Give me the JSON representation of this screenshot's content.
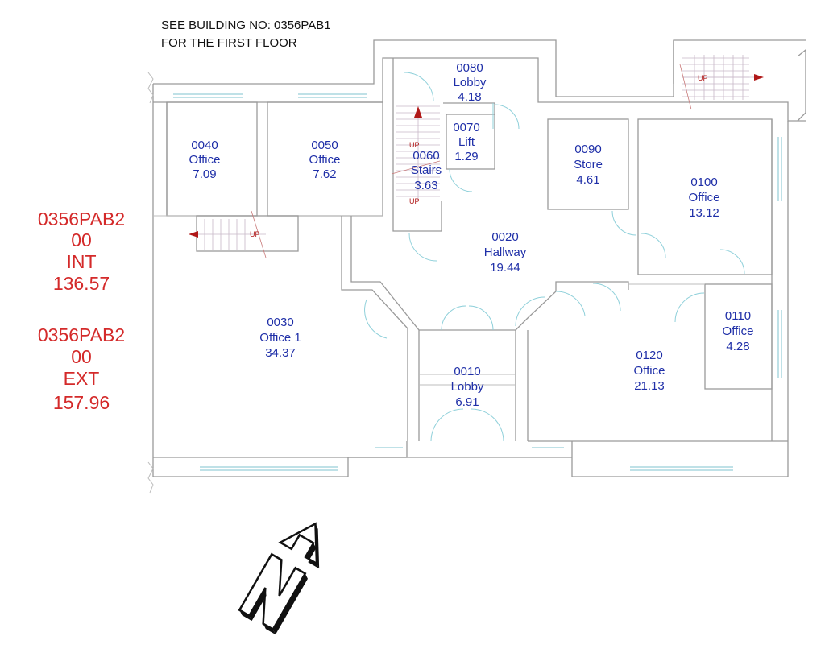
{
  "header_note": [
    "SEE BUILDING NO: 0356PAB1",
    "FOR THE FIRST FLOOR"
  ],
  "side_labels": {
    "int": [
      "0356PAB2",
      "00",
      "INT",
      "136.57"
    ],
    "ext": [
      "0356PAB2",
      "00",
      "EXT",
      "157.96"
    ]
  },
  "rooms": [
    {
      "number": "0080",
      "name": "Lobby",
      "area": "4.18"
    },
    {
      "number": "0040",
      "name": "Office",
      "area": "7.09"
    },
    {
      "number": "0050",
      "name": "Office",
      "area": "7.62"
    },
    {
      "number": "0070",
      "name": "Lift",
      "area": "1.29"
    },
    {
      "number": "0060",
      "name": "Stairs",
      "area": "3.63"
    },
    {
      "number": "0090",
      "name": "Store",
      "area": "4.61"
    },
    {
      "number": "0100",
      "name": "Office",
      "area": "13.12"
    },
    {
      "number": "0020",
      "name": "Hallway",
      "area": "19.44"
    },
    {
      "number": "0030",
      "name": "Office 1",
      "area": "34.37"
    },
    {
      "number": "0110",
      "name": "Office",
      "area": "4.28"
    },
    {
      "number": "0120",
      "name": "Office",
      "area": "21.13"
    },
    {
      "number": "0010",
      "name": "Lobby",
      "area": "6.91"
    }
  ],
  "stair_markers": [
    "UP",
    "UP",
    "UP",
    "UP"
  ],
  "colors": {
    "room_text": "#1f2fa8",
    "side_text": "#d42a2a",
    "walls": "#9a9a9a",
    "windows": "#7fc3cf",
    "stair_arrows": "#b01818"
  },
  "icons": [
    "north-arrow-icon"
  ]
}
